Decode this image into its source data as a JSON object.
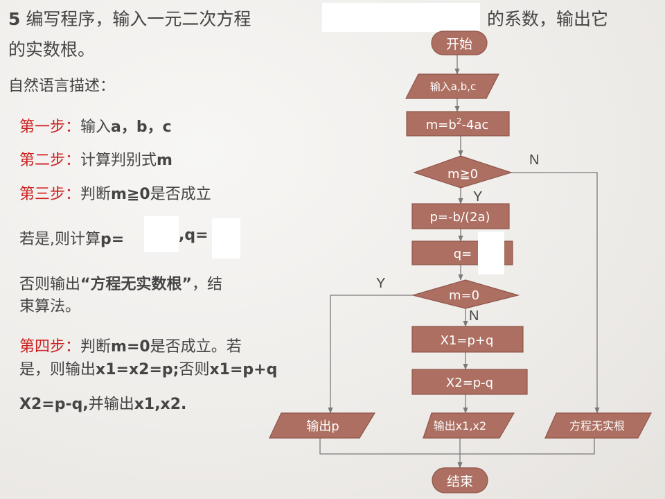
{
  "heading": {
    "num": "5",
    "line1": "编写程序，输入一元二次方程",
    "line1b": "的系数，输出它",
    "line2": "的实数根。"
  },
  "desc_label": "自然语言描述：",
  "steps": {
    "s1_label": "第一步：",
    "s1_text": "输入",
    "s1_vars": "a，b，c",
    "s2_label": "第二步：",
    "s2_text": "计算判别式",
    "s2_var": "m",
    "s3_label": "第三步：",
    "s3_text": "判断",
    "s3_cond": "m≧0",
    "s3_tail": "是否成立",
    "ruoshi": "若是,则计算",
    "p_eq": "p=",
    "q_eq": ",q=",
    "fouze_1": "否则输出",
    "fouze_q": "“方程无实数根”",
    "fouze_2": "，结",
    "fouze_3": "束算法。",
    "s4_label": "第四步：",
    "s4_text": "判断",
    "s4_cond": "m=0",
    "s4_tail": "是否成立。若",
    "s4_line2a": "是，则输出",
    "s4_line2b": "x1=x2=p;",
    "s4_line2c": "否则",
    "s4_line2d": "x1=p+q",
    "s4_line3a": "X2=p-q,",
    "s4_line3b": "并输出",
    "s4_line3c": "x1,x2."
  },
  "flow": {
    "start": "开始",
    "input": "输入a,b,c",
    "m_calc_pre": "m=b",
    "m_calc_sup": "2",
    "m_calc_post": "-4ac",
    "cond1": "m≧0",
    "p_calc": "p=-b/(2a)",
    "q_calc": "q=",
    "cond2": "m=0",
    "x1": "X1=p+q",
    "x2": "X2=p-q",
    "out_p": "输出p",
    "out_x": "输出x1,x2",
    "out_none": "方程无实根",
    "end": "结束",
    "yes": "Y",
    "no": "N"
  },
  "colors": {
    "shape_fill": "#ac6f61",
    "shape_stroke": "#8f564a",
    "line": "#7a7a7a",
    "step_red": "#cc1f1f"
  }
}
